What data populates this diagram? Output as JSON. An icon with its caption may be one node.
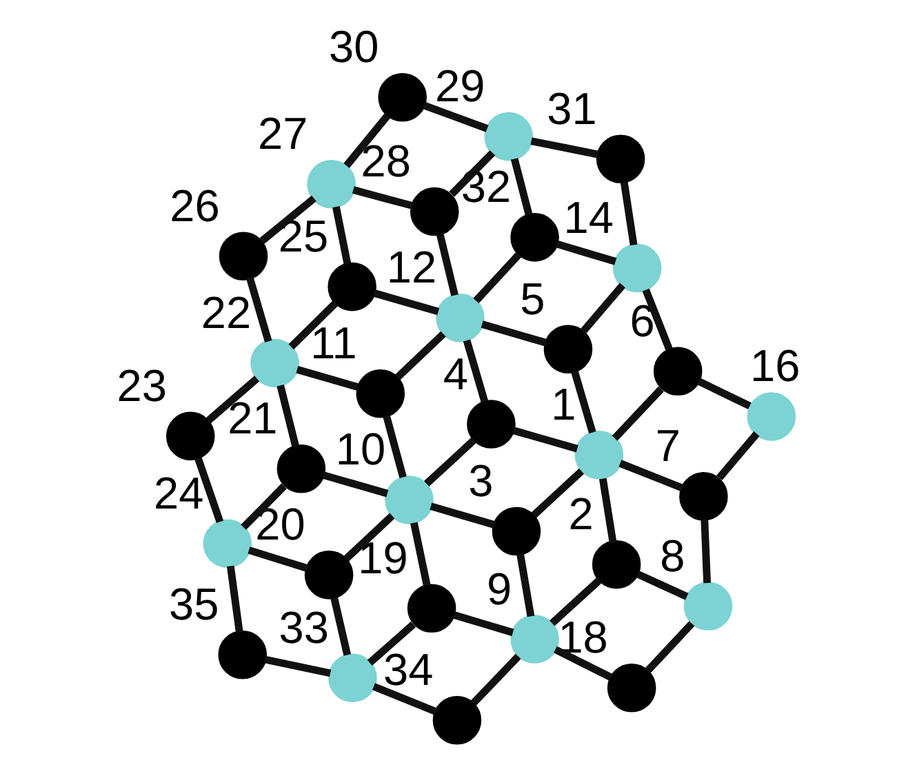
{
  "diagram": {
    "nodes": [
      {
        "text": [],
        "shape": "circle",
        "beside": [
          "1"
        ]
      },
      {
        "text": [],
        "shape": "circle",
        "beside": [
          "2"
        ]
      },
      {
        "text": [],
        "shape": "circle",
        "beside": [
          "3"
        ]
      },
      {
        "text": [],
        "shape": "circle",
        "beside": [
          "4"
        ]
      },
      {
        "text": [],
        "shape": "circle",
        "beside": [
          "5"
        ]
      },
      {
        "text": [],
        "shape": "circle",
        "beside": [
          "6"
        ]
      },
      {
        "text": [],
        "shape": "circle",
        "beside": [
          "7"
        ]
      },
      {
        "text": [],
        "shape": "circle",
        "beside": [
          "8"
        ]
      },
      {
        "text": [],
        "shape": "circle",
        "beside": [
          "9"
        ]
      },
      {
        "text": [],
        "shape": "circle",
        "beside": [
          "10"
        ]
      },
      {
        "text": [],
        "shape": "circle",
        "beside": [
          "11"
        ]
      },
      {
        "text": [],
        "shape": "circle",
        "beside": [
          "12"
        ]
      },
      {
        "text": [],
        "shape": "circle",
        "beside": [
          "14"
        ]
      },
      {
        "text": [],
        "shape": "circle",
        "beside": [
          "16"
        ]
      },
      {
        "text": [],
        "shape": "circle",
        "beside": [
          "18"
        ]
      },
      {
        "text": [],
        "shape": "circle",
        "beside": [
          "19"
        ]
      },
      {
        "text": [],
        "shape": "circle",
        "beside": [
          "20"
        ]
      },
      {
        "text": [],
        "shape": "circle",
        "beside": [
          "21"
        ]
      },
      {
        "text": [],
        "shape": "circle",
        "beside": [
          "22"
        ]
      },
      {
        "text": [],
        "shape": "circle",
        "beside": [
          "23"
        ]
      },
      {
        "text": [],
        "shape": "circle",
        "beside": [
          "24"
        ]
      },
      {
        "text": [],
        "shape": "circle",
        "beside": [
          "25"
        ]
      },
      {
        "text": [],
        "shape": "circle",
        "beside": [
          "26"
        ]
      },
      {
        "text": [],
        "shape": "circle",
        "beside": [
          "27"
        ]
      },
      {
        "text": [],
        "shape": "circle",
        "beside": [
          "28"
        ]
      },
      {
        "text": [],
        "shape": "circle",
        "beside": [
          "29"
        ]
      },
      {
        "text": [],
        "shape": "circle",
        "beside": [
          "30"
        ]
      },
      {
        "text": [],
        "shape": "circle",
        "beside": [
          "31"
        ]
      },
      {
        "text": [],
        "shape": "circle",
        "beside": [
          "32"
        ]
      },
      {
        "text": [],
        "shape": "circle",
        "beside": [
          "33"
        ]
      },
      {
        "text": [],
        "shape": "circle",
        "beside": [
          "34"
        ]
      },
      {
        "text": [],
        "shape": "circle",
        "beside": [
          "35"
        ]
      }
    ],
    "edges": [
      {
        "from": 7,
        "to": 14,
        "arrow": "none"
      },
      {
        "from": 14,
        "to": 8,
        "arrow": "none"
      },
      {
        "from": 8,
        "to": 30,
        "arrow": "none"
      },
      {
        "from": 30,
        "to": 29,
        "arrow": "none"
      },
      {
        "from": 29,
        "to": 31,
        "arrow": "none"
      },
      {
        "from": 31,
        "to": 20,
        "arrow": "none"
      },
      {
        "from": 8,
        "to": 15,
        "arrow": "none"
      },
      {
        "from": 15,
        "to": 29,
        "arrow": "none"
      },
      {
        "from": 29,
        "to": 16,
        "arrow": "none"
      },
      {
        "from": 16,
        "to": 9,
        "arrow": "none"
      },
      {
        "from": 15,
        "to": 9,
        "arrow": "none"
      },
      {
        "from": 16,
        "to": 20,
        "arrow": "none"
      },
      {
        "from": 8,
        "to": 1,
        "arrow": "none"
      },
      {
        "from": 8,
        "to": 2,
        "arrow": "none"
      },
      {
        "from": 7,
        "to": 1,
        "arrow": "none"
      },
      {
        "from": 1,
        "to": 0,
        "arrow": "none"
      },
      {
        "from": 2,
        "to": 0,
        "arrow": "none"
      },
      {
        "from": 2,
        "to": 9,
        "arrow": "none"
      },
      {
        "from": 7,
        "to": 6,
        "arrow": "none"
      },
      {
        "from": 6,
        "to": 0,
        "arrow": "none"
      },
      {
        "from": 0,
        "to": 3,
        "arrow": "none"
      },
      {
        "from": 9,
        "to": 17,
        "arrow": "none"
      },
      {
        "from": 17,
        "to": 20,
        "arrow": "none"
      },
      {
        "from": 20,
        "to": 19,
        "arrow": "none"
      },
      {
        "from": 19,
        "to": 18,
        "arrow": "none"
      },
      {
        "from": 17,
        "to": 18,
        "arrow": "none"
      },
      {
        "from": 9,
        "to": 3,
        "arrow": "none"
      },
      {
        "from": 9,
        "to": 10,
        "arrow": "none"
      },
      {
        "from": 10,
        "to": 18,
        "arrow": "none"
      },
      {
        "from": 10,
        "to": 11,
        "arrow": "none"
      },
      {
        "from": 3,
        "to": 11,
        "arrow": "none"
      },
      {
        "from": 6,
        "to": 13,
        "arrow": "none"
      },
      {
        "from": 13,
        "to": 5,
        "arrow": "none"
      },
      {
        "from": 5,
        "to": 0,
        "arrow": "none"
      },
      {
        "from": 0,
        "to": 4,
        "arrow": "none"
      },
      {
        "from": 5,
        "to": 12,
        "arrow": "none"
      },
      {
        "from": 4,
        "to": 12,
        "arrow": "none"
      },
      {
        "from": 4,
        "to": 11,
        "arrow": "none"
      },
      {
        "from": 11,
        "to": 21,
        "arrow": "none"
      },
      {
        "from": 21,
        "to": 18,
        "arrow": "none"
      },
      {
        "from": 18,
        "to": 22,
        "arrow": "none"
      },
      {
        "from": 22,
        "to": 23,
        "arrow": "none"
      },
      {
        "from": 21,
        "to": 23,
        "arrow": "none"
      },
      {
        "from": 11,
        "to": 28,
        "arrow": "none"
      },
      {
        "from": 11,
        "to": 24,
        "arrow": "none"
      },
      {
        "from": 12,
        "to": 28,
        "arrow": "none"
      },
      {
        "from": 12,
        "to": 27,
        "arrow": "none"
      },
      {
        "from": 27,
        "to": 25,
        "arrow": "none"
      },
      {
        "from": 28,
        "to": 25,
        "arrow": "none"
      },
      {
        "from": 24,
        "to": 25,
        "arrow": "none"
      },
      {
        "from": 24,
        "to": 23,
        "arrow": "none"
      },
      {
        "from": 25,
        "to": 26,
        "arrow": "none"
      },
      {
        "from": 26,
        "to": 23,
        "arrow": "none"
      }
    ]
  }
}
